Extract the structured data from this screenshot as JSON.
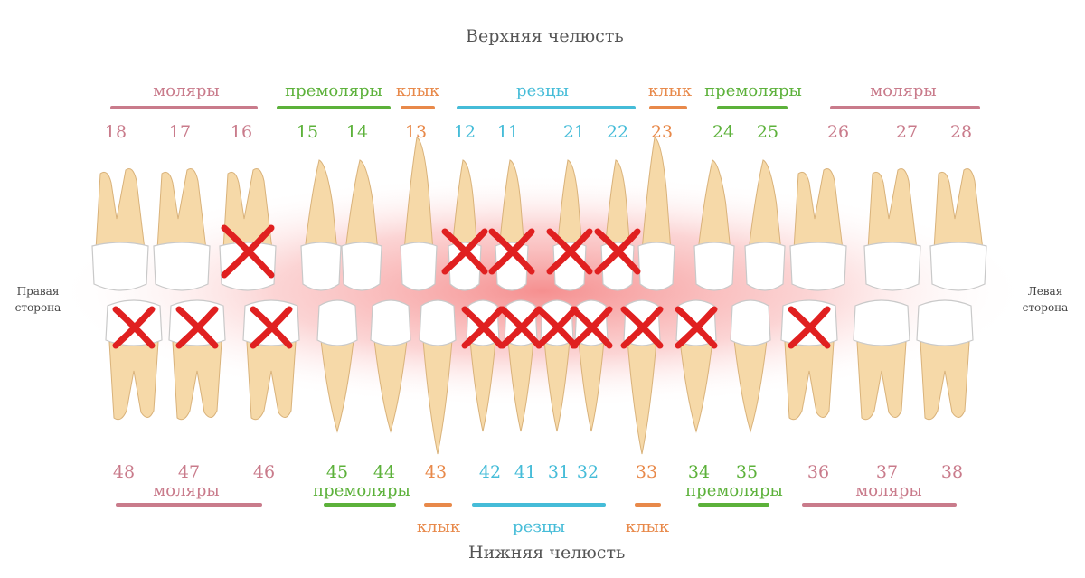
{
  "titles": {
    "upper": "Верхняя челюсть",
    "lower": "Нижняя челюсть",
    "right_side": "Правая сторона",
    "left_side": "Левая сторона"
  },
  "colors": {
    "molar": "#C97B8B",
    "premolar": "#5CB13A",
    "canine": "#E8894A",
    "incisor": "#45BCD8",
    "cross": "#E02020",
    "tooth_root": "#F6D9A8",
    "tooth_crown": "#FFFFFF",
    "glow": "#F7A0A0"
  },
  "upper": {
    "categories": [
      {
        "key": "molar_r",
        "label": "моляры",
        "type": "molar"
      },
      {
        "key": "premolar_r",
        "label": "премоляры",
        "type": "premolar"
      },
      {
        "key": "canine_r",
        "label": "клык",
        "type": "canine"
      },
      {
        "key": "incisors",
        "label": "резцы",
        "type": "incisor"
      },
      {
        "key": "canine_l",
        "label": "клык",
        "type": "canine"
      },
      {
        "key": "premolar_l",
        "label": "премоляры",
        "type": "premolar"
      },
      {
        "key": "molar_l",
        "label": "моляры",
        "type": "molar"
      }
    ],
    "teeth": [
      {
        "num": "18",
        "type": "molar",
        "extracted": false
      },
      {
        "num": "17",
        "type": "molar",
        "extracted": false
      },
      {
        "num": "16",
        "type": "molar",
        "extracted": true
      },
      {
        "num": "15",
        "type": "premolar",
        "extracted": false
      },
      {
        "num": "14",
        "type": "premolar",
        "extracted": false
      },
      {
        "num": "13",
        "type": "canine",
        "extracted": false
      },
      {
        "num": "12",
        "type": "incisor",
        "extracted": true
      },
      {
        "num": "11",
        "type": "incisor",
        "extracted": true
      },
      {
        "num": "21",
        "type": "incisor",
        "extracted": true
      },
      {
        "num": "22",
        "type": "incisor",
        "extracted": true
      },
      {
        "num": "23",
        "type": "canine",
        "extracted": false
      },
      {
        "num": "24",
        "type": "premolar",
        "extracted": false
      },
      {
        "num": "25",
        "type": "premolar",
        "extracted": false
      },
      {
        "num": "26",
        "type": "molar",
        "extracted": false
      },
      {
        "num": "27",
        "type": "molar",
        "extracted": false
      },
      {
        "num": "28",
        "type": "molar",
        "extracted": false
      }
    ]
  },
  "lower": {
    "categories": [
      {
        "key": "molar_r",
        "label": "моляры",
        "type": "molar"
      },
      {
        "key": "premolar_r",
        "label": "премоляры",
        "type": "premolar"
      },
      {
        "key": "canine_r",
        "label": "клык",
        "type": "canine"
      },
      {
        "key": "incisors",
        "label": "резцы",
        "type": "incisor"
      },
      {
        "key": "canine_l",
        "label": "клык",
        "type": "canine"
      },
      {
        "key": "premolar_l",
        "label": "премоляры",
        "type": "premolar"
      },
      {
        "key": "molar_l",
        "label": "моляры",
        "type": "molar"
      }
    ],
    "teeth": [
      {
        "num": "48",
        "type": "molar",
        "extracted": true
      },
      {
        "num": "47",
        "type": "molar",
        "extracted": true
      },
      {
        "num": "46",
        "type": "molar",
        "extracted": true
      },
      {
        "num": "45",
        "type": "premolar",
        "extracted": false
      },
      {
        "num": "44",
        "type": "premolar",
        "extracted": false
      },
      {
        "num": "43",
        "type": "canine",
        "extracted": false
      },
      {
        "num": "42",
        "type": "incisor",
        "extracted": true
      },
      {
        "num": "41",
        "type": "incisor",
        "extracted": true
      },
      {
        "num": "31",
        "type": "incisor",
        "extracted": true
      },
      {
        "num": "32",
        "type": "incisor",
        "extracted": true
      },
      {
        "num": "33",
        "type": "canine",
        "extracted": true
      },
      {
        "num": "34",
        "type": "premolar",
        "extracted": true
      },
      {
        "num": "35",
        "type": "premolar",
        "extracted": false
      },
      {
        "num": "36",
        "type": "molar",
        "extracted": true
      },
      {
        "num": "37",
        "type": "molar",
        "extracted": false
      },
      {
        "num": "38",
        "type": "molar",
        "extracted": false
      }
    ]
  }
}
